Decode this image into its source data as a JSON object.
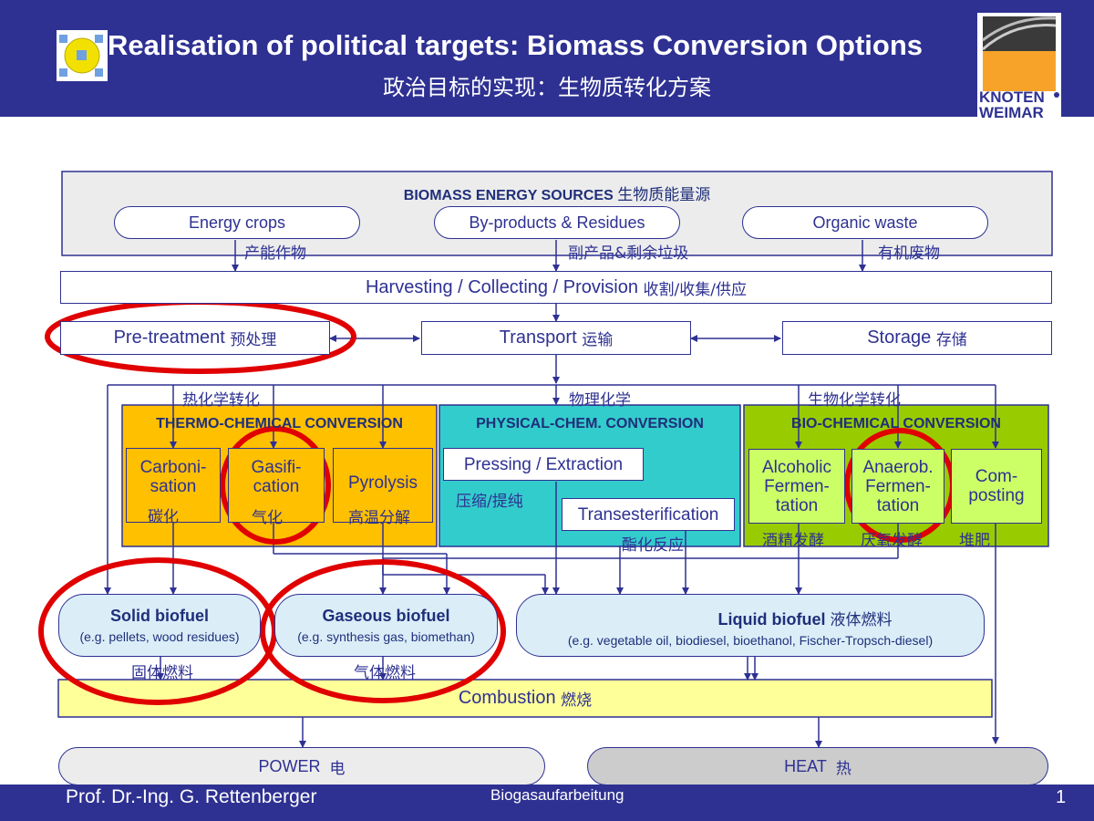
{
  "header": {
    "title": "Realisation of political targets: Biomass Conversion Options",
    "subtitle": "政治目标的实现：生物质转化方案",
    "logo_right": {
      "line1": "KNOTEN",
      "line2": "WEIMAR"
    }
  },
  "sources": {
    "title": "BIOMASS ENERGY SOURCES",
    "title_zh": "生物质能量源",
    "items": [
      {
        "label": "Energy crops",
        "zh": "产能作物"
      },
      {
        "label": "By-products & Residues",
        "zh": "副产品&剩余垃圾"
      },
      {
        "label": "Organic waste",
        "zh": "有机废物"
      }
    ]
  },
  "harvesting": {
    "label": "Harvesting / Collecting / Provision",
    "zh": "收割/收集/供应"
  },
  "pretreatment": {
    "label": "Pre-treatment",
    "zh": "预处理"
  },
  "transport": {
    "label": "Transport",
    "zh": "运输"
  },
  "storage": {
    "label": "Storage",
    "zh": "存储"
  },
  "thermo": {
    "zh": "热化学转化",
    "title": "THERMO-CHEMICAL CONVERSION",
    "items": [
      {
        "label": "Carboni-\nsation",
        "zh": "碳化"
      },
      {
        "label": "Gasifi-\ncation",
        "zh": "气化"
      },
      {
        "label": "Pyrolysis",
        "zh": "高温分解"
      }
    ]
  },
  "physical": {
    "zh": "物理化学",
    "title": "PHYSICAL-CHEM. CONVERSION",
    "items": [
      {
        "label": "Pressing / Extraction",
        "zh": "压缩/提纯"
      },
      {
        "label": "Transesterification",
        "zh": "酯化反应"
      }
    ]
  },
  "bio": {
    "zh": "生物化学转化",
    "title": "BIO-CHEMICAL CONVERSION",
    "items": [
      {
        "label": "Alcoholic\nFermen-\ntation",
        "zh": "酒精发酵"
      },
      {
        "label": "Anaerob.\nFermen-\ntation",
        "zh": "厌氧发酵"
      },
      {
        "label": "Com-\nposting",
        "zh": "堆肥"
      }
    ]
  },
  "outputs": {
    "solid": {
      "title": "Solid biofuel",
      "desc": "(e.g. pellets, wood residues)",
      "zh": "固体燃料"
    },
    "gaseous": {
      "title": "Gaseous biofuel",
      "desc": "(e.g. synthesis gas, biomethan)",
      "zh": "气体燃料"
    },
    "liquid": {
      "title": "Liquid biofuel",
      "title_zh": "液体燃料",
      "desc": "(e.g. vegetable oil, biodiesel, bioethanol, Fischer-Tropsch-diesel)"
    }
  },
  "combustion": {
    "label": "Combustion",
    "zh": "燃烧"
  },
  "power": {
    "label": "POWER",
    "zh": "电"
  },
  "heat": {
    "label": "HEAT",
    "zh": "热"
  },
  "footer": {
    "author": "Prof. Dr.-Ing. G. Rettenberger",
    "topic": "Biogasaufarbeitung",
    "page": "1"
  },
  "colors": {
    "header_bg": "#2e3192",
    "thermo": "#ffc000",
    "physical": "#33cccc",
    "bio": "#99cc00",
    "highlight": "#e00000",
    "output_fill": "#dbeef8",
    "combustion_fill": "#ffff99"
  }
}
